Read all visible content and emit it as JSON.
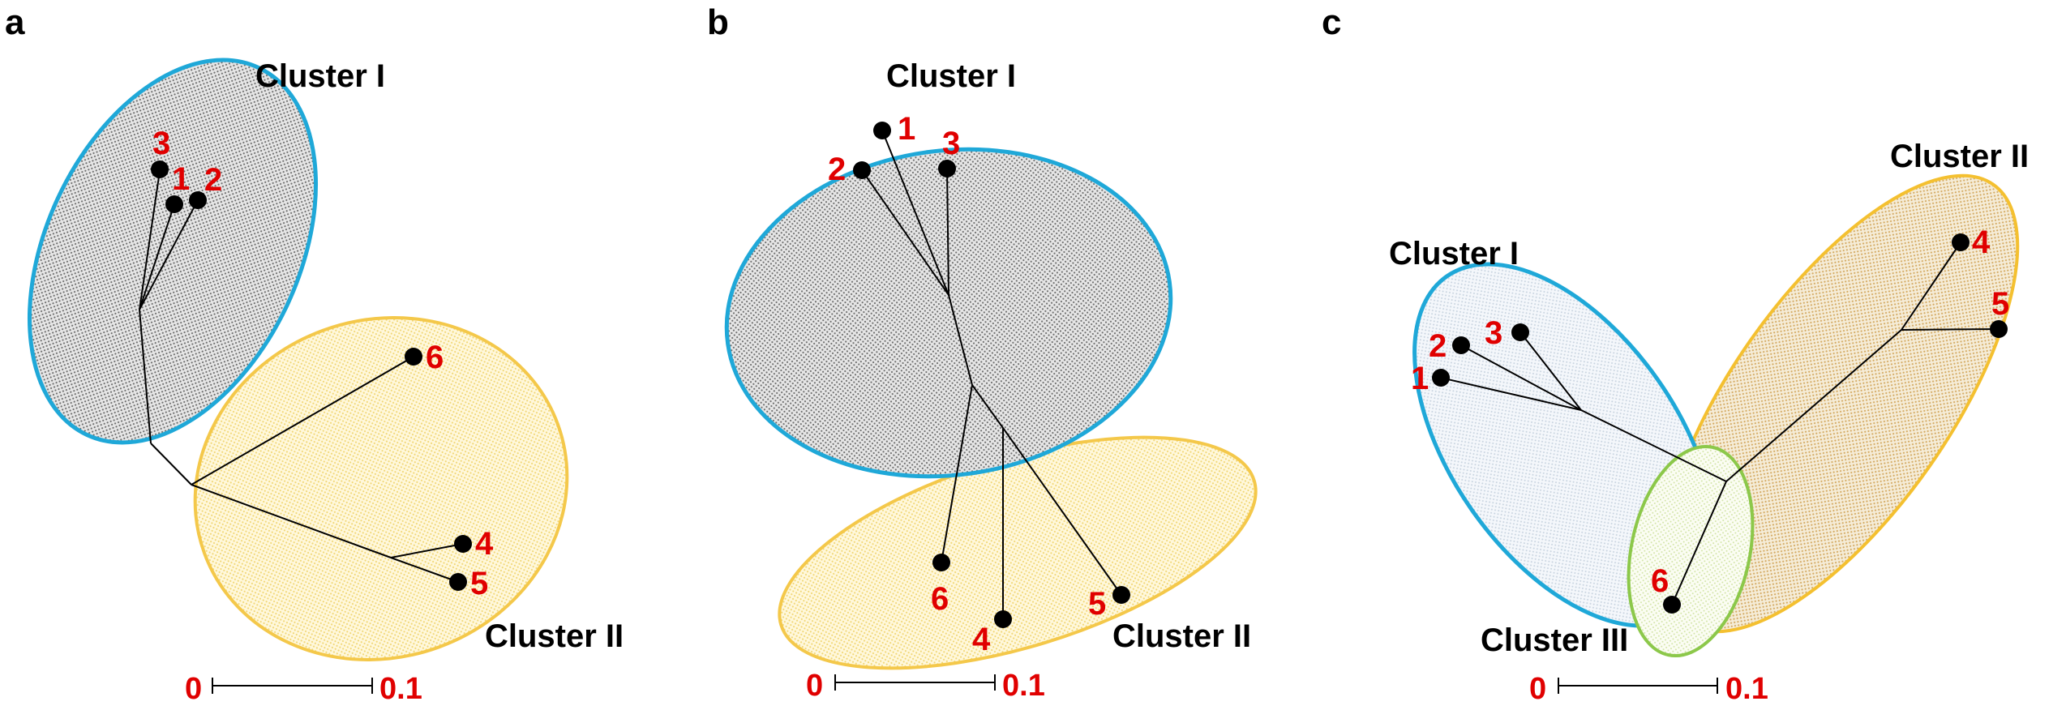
{
  "figure": {
    "panels": [
      {
        "letter": "a",
        "clusters": [
          {
            "label": "Cluster I",
            "color": "#1fa8d8",
            "fill_color": "#9a9a9a"
          },
          {
            "label": "Cluster II",
            "color": "#f4c84a",
            "fill_color": "#f5e6a0"
          }
        ],
        "leaves": [
          "3",
          "1",
          "2",
          "6",
          "4",
          "5"
        ],
        "scale_bar": {
          "start": "0",
          "end": "0.1"
        }
      },
      {
        "letter": "b",
        "clusters": [
          {
            "label": "Cluster I",
            "color": "#1fa8d8",
            "fill_color": "#9a9a9a"
          },
          {
            "label": "Cluster II",
            "color": "#f4c84a",
            "fill_color": "#f5e6a0"
          }
        ],
        "leaves": [
          "1",
          "2",
          "3",
          "6",
          "4",
          "5"
        ],
        "scale_bar": {
          "start": "0",
          "end": "0.1"
        }
      },
      {
        "letter": "c",
        "clusters": [
          {
            "label": "Cluster I",
            "color": "#1fa8d8",
            "fill_color": "#dfe6ee"
          },
          {
            "label": "Cluster II",
            "color": "#f4c030",
            "fill_color": "#e8c890"
          },
          {
            "label": "Cluster III",
            "color": "#8cc84a",
            "fill_color": "#eef5d8"
          }
        ],
        "leaves": [
          "2",
          "3",
          "1",
          "4",
          "5",
          "6"
        ],
        "scale_bar": {
          "start": "0",
          "end": "0.1"
        }
      }
    ]
  }
}
